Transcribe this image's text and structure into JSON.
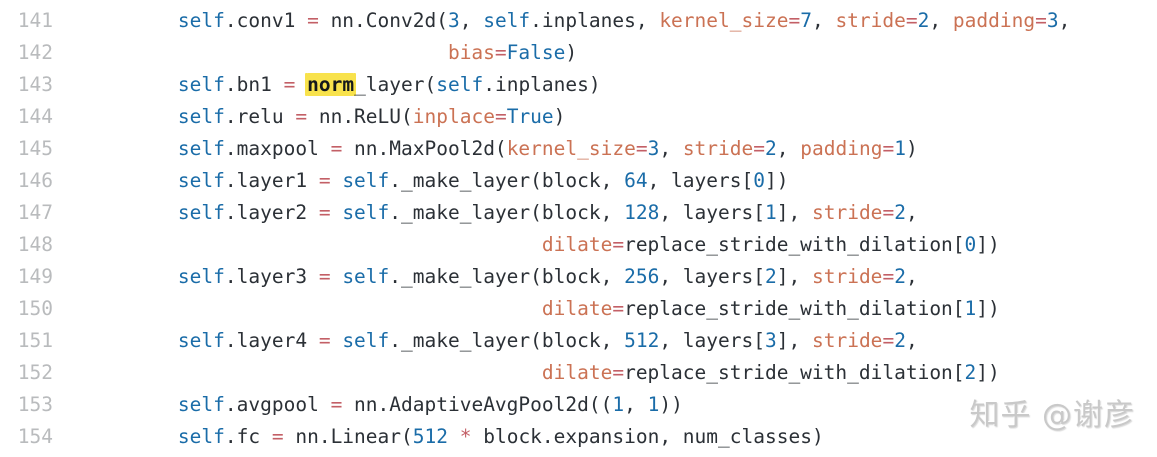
{
  "editor": {
    "language": "python",
    "colors": {
      "plain": "#2b3036",
      "blue": "#1a6ca8",
      "red": "#c35f66",
      "orange": "#cb7254",
      "line_number": "#b9bbbd",
      "highlight_bg": "#f8e24c",
      "highlight_text": "#15181b",
      "background": "#ffffff"
    },
    "lines": [
      {
        "num": "141",
        "segments": [
          [
            "n",
            "        "
          ],
          [
            "b",
            "self"
          ],
          [
            "n",
            ".conv1 "
          ],
          [
            "r",
            "="
          ],
          [
            "n",
            " nn.Conv2d("
          ],
          [
            "b",
            "3"
          ],
          [
            "n",
            ", "
          ],
          [
            "b",
            "self"
          ],
          [
            "n",
            ".inplanes, "
          ],
          [
            "o",
            "kernel_size"
          ],
          [
            "r",
            "="
          ],
          [
            "b",
            "7"
          ],
          [
            "n",
            ", "
          ],
          [
            "o",
            "stride"
          ],
          [
            "r",
            "="
          ],
          [
            "b",
            "2"
          ],
          [
            "n",
            ", "
          ],
          [
            "o",
            "padding"
          ],
          [
            "r",
            "="
          ],
          [
            "b",
            "3"
          ],
          [
            "n",
            ","
          ]
        ]
      },
      {
        "num": "142",
        "segments": [
          [
            "n",
            "                               "
          ],
          [
            "o",
            "bias"
          ],
          [
            "r",
            "="
          ],
          [
            "b",
            "False"
          ],
          [
            "n",
            ")"
          ]
        ]
      },
      {
        "num": "143",
        "segments": [
          [
            "n",
            "        "
          ],
          [
            "b",
            "self"
          ],
          [
            "n",
            ".bn1 "
          ],
          [
            "r",
            "="
          ],
          [
            "n",
            " "
          ],
          [
            "h",
            "norm"
          ],
          [
            "n",
            "_layer("
          ],
          [
            "b",
            "self"
          ],
          [
            "n",
            ".inplanes)"
          ]
        ]
      },
      {
        "num": "144",
        "segments": [
          [
            "n",
            "        "
          ],
          [
            "b",
            "self"
          ],
          [
            "n",
            ".relu "
          ],
          [
            "r",
            "="
          ],
          [
            "n",
            " nn.ReLU("
          ],
          [
            "o",
            "inplace"
          ],
          [
            "r",
            "="
          ],
          [
            "b",
            "True"
          ],
          [
            "n",
            ")"
          ]
        ]
      },
      {
        "num": "145",
        "segments": [
          [
            "n",
            "        "
          ],
          [
            "b",
            "self"
          ],
          [
            "n",
            ".maxpool "
          ],
          [
            "r",
            "="
          ],
          [
            "n",
            " nn.MaxPool2d("
          ],
          [
            "o",
            "kernel_size"
          ],
          [
            "r",
            "="
          ],
          [
            "b",
            "3"
          ],
          [
            "n",
            ", "
          ],
          [
            "o",
            "stride"
          ],
          [
            "r",
            "="
          ],
          [
            "b",
            "2"
          ],
          [
            "n",
            ", "
          ],
          [
            "o",
            "padding"
          ],
          [
            "r",
            "="
          ],
          [
            "b",
            "1"
          ],
          [
            "n",
            ")"
          ]
        ]
      },
      {
        "num": "146",
        "segments": [
          [
            "n",
            "        "
          ],
          [
            "b",
            "self"
          ],
          [
            "n",
            ".layer1 "
          ],
          [
            "r",
            "="
          ],
          [
            "n",
            " "
          ],
          [
            "b",
            "self"
          ],
          [
            "n",
            "._make_layer(block, "
          ],
          [
            "b",
            "64"
          ],
          [
            "n",
            ", layers["
          ],
          [
            "b",
            "0"
          ],
          [
            "n",
            "])"
          ]
        ]
      },
      {
        "num": "147",
        "segments": [
          [
            "n",
            "        "
          ],
          [
            "b",
            "self"
          ],
          [
            "n",
            ".layer2 "
          ],
          [
            "r",
            "="
          ],
          [
            "n",
            " "
          ],
          [
            "b",
            "self"
          ],
          [
            "n",
            "._make_layer(block, "
          ],
          [
            "b",
            "128"
          ],
          [
            "n",
            ", layers["
          ],
          [
            "b",
            "1"
          ],
          [
            "n",
            "], "
          ],
          [
            "o",
            "stride"
          ],
          [
            "r",
            "="
          ],
          [
            "b",
            "2"
          ],
          [
            "n",
            ","
          ]
        ]
      },
      {
        "num": "148",
        "segments": [
          [
            "n",
            "                                       "
          ],
          [
            "o",
            "dilate"
          ],
          [
            "r",
            "="
          ],
          [
            "n",
            "replace_stride_with_dilation["
          ],
          [
            "b",
            "0"
          ],
          [
            "n",
            "])"
          ]
        ]
      },
      {
        "num": "149",
        "segments": [
          [
            "n",
            "        "
          ],
          [
            "b",
            "self"
          ],
          [
            "n",
            ".layer3 "
          ],
          [
            "r",
            "="
          ],
          [
            "n",
            " "
          ],
          [
            "b",
            "self"
          ],
          [
            "n",
            "._make_layer(block, "
          ],
          [
            "b",
            "256"
          ],
          [
            "n",
            ", layers["
          ],
          [
            "b",
            "2"
          ],
          [
            "n",
            "], "
          ],
          [
            "o",
            "stride"
          ],
          [
            "r",
            "="
          ],
          [
            "b",
            "2"
          ],
          [
            "n",
            ","
          ]
        ]
      },
      {
        "num": "150",
        "segments": [
          [
            "n",
            "                                       "
          ],
          [
            "o",
            "dilate"
          ],
          [
            "r",
            "="
          ],
          [
            "n",
            "replace_stride_with_dilation["
          ],
          [
            "b",
            "1"
          ],
          [
            "n",
            "])"
          ]
        ]
      },
      {
        "num": "151",
        "segments": [
          [
            "n",
            "        "
          ],
          [
            "b",
            "self"
          ],
          [
            "n",
            ".layer4 "
          ],
          [
            "r",
            "="
          ],
          [
            "n",
            " "
          ],
          [
            "b",
            "self"
          ],
          [
            "n",
            "._make_layer(block, "
          ],
          [
            "b",
            "512"
          ],
          [
            "n",
            ", layers["
          ],
          [
            "b",
            "3"
          ],
          [
            "n",
            "], "
          ],
          [
            "o",
            "stride"
          ],
          [
            "r",
            "="
          ],
          [
            "b",
            "2"
          ],
          [
            "n",
            ","
          ]
        ]
      },
      {
        "num": "152",
        "segments": [
          [
            "n",
            "                                       "
          ],
          [
            "o",
            "dilate"
          ],
          [
            "r",
            "="
          ],
          [
            "n",
            "replace_stride_with_dilation["
          ],
          [
            "b",
            "2"
          ],
          [
            "n",
            "])"
          ]
        ]
      },
      {
        "num": "153",
        "segments": [
          [
            "n",
            "        "
          ],
          [
            "b",
            "self"
          ],
          [
            "n",
            ".avgpool "
          ],
          [
            "r",
            "="
          ],
          [
            "n",
            " nn.AdaptiveAvgPool2d(("
          ],
          [
            "b",
            "1"
          ],
          [
            "n",
            ", "
          ],
          [
            "b",
            "1"
          ],
          [
            "n",
            "))"
          ]
        ]
      },
      {
        "num": "154",
        "segments": [
          [
            "n",
            "        "
          ],
          [
            "b",
            "self"
          ],
          [
            "n",
            ".fc "
          ],
          [
            "r",
            "="
          ],
          [
            "n",
            " nn.Linear("
          ],
          [
            "b",
            "512"
          ],
          [
            "n",
            " "
          ],
          [
            "r",
            "*"
          ],
          [
            "n",
            " block.expansion, num_classes)"
          ]
        ]
      }
    ]
  },
  "watermark": {
    "text": "知乎 @谢彦",
    "color": "#c9c9c9"
  }
}
